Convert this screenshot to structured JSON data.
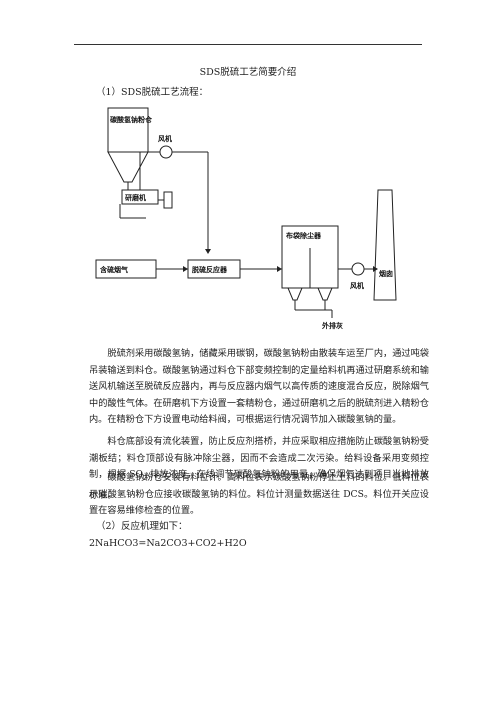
{
  "doc": {
    "title": "SDS脱硫工艺简要介绍",
    "section1": "（1）SDS脱硫工艺流程：",
    "diagram": {
      "silo_label": "碳酸氢钠粉仓",
      "fan_label_top": "风机",
      "mill_label": "研磨机",
      "flue_gas_in": "含硫烟气",
      "reactor_label": "脱硫反应器",
      "bagfilter_label": "布袋除尘器",
      "fan_label_right": "风机",
      "chimney_label": "烟囱",
      "ash_label": "外排灰"
    },
    "para1": "脱硫剂采用碳酸氢钠，储藏采用碳钢，碳酸氢钠粉由散装车运至厂内，通过吨袋吊装输送到料仓。碳酸氢钠通过料仓下部变频控制的定量给料机再通过研磨系统和输送风机输送至脱硫反应器内，再与反应器内烟气以高传质的速度混合反应，脱除烟气中的酸性气体。在研磨机下方设置一套精粉仓，通过研磨机之后的脱硫剂进入精粉仓内。在精粉仓下方设置电动给料阀，可根据运行情况调节加入碳酸氢钠的量。",
    "para2_a": "料仓底部设有流化装置，防止反应剂搭桥，并应采取相应措施防止碳酸氢钠粉受潮板结；料仓顶部设有脉冲除尘器，因而不会造成二次污染。给料设备采用变频控制，根据 SO",
    "para2_sub": "2",
    "para2_b": " 排放浓度，在线调节碳酸氢钠粉的用量，确保烟气达到项目当地排放标准。",
    "para3": "碳酸氢钠粉仓安装有料位计。高料位表示碳酸氢钠粉停止上料的料位。低料位表示碳酸氢钠粉仓应接收碳酸氢钠的料位。料位计测量数据送往 DCS。料位开关应设置在容易维修检查的位置。",
    "section2": "（2）反应机理如下：",
    "formula": "2NaHCO3=Na2CO3+CO2+H2O"
  }
}
